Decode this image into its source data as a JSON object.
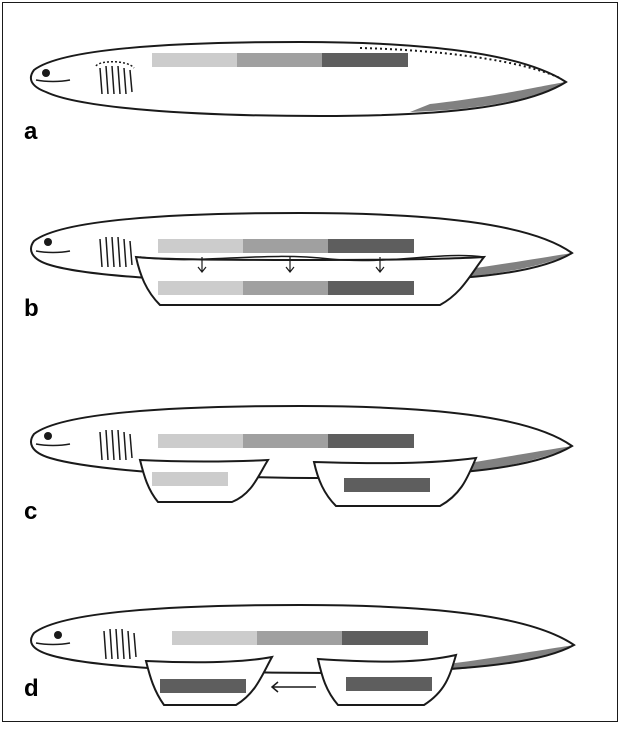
{
  "colors": {
    "outline": "#1a1a1a",
    "segment_light": "#cccccc",
    "segment_mid": "#a0a0a0",
    "segment_dark": "#5e5e5e",
    "pigment": "#222222",
    "border": "#1a1a1a"
  },
  "panels": [
    {
      "label": "a",
      "pouches": "none"
    },
    {
      "label": "b",
      "pouches": "single-full-copy"
    },
    {
      "label": "c",
      "pouches": "two-split"
    },
    {
      "label": "d",
      "pouches": "two-swapped-with-arrow"
    }
  ],
  "icons": {
    "body": "lamprey-body-icon",
    "eye": "eye-icon",
    "gills": "gill-slits-icon",
    "arrow": "arrow-left-icon",
    "down_arrow": "arrow-down-icon"
  }
}
